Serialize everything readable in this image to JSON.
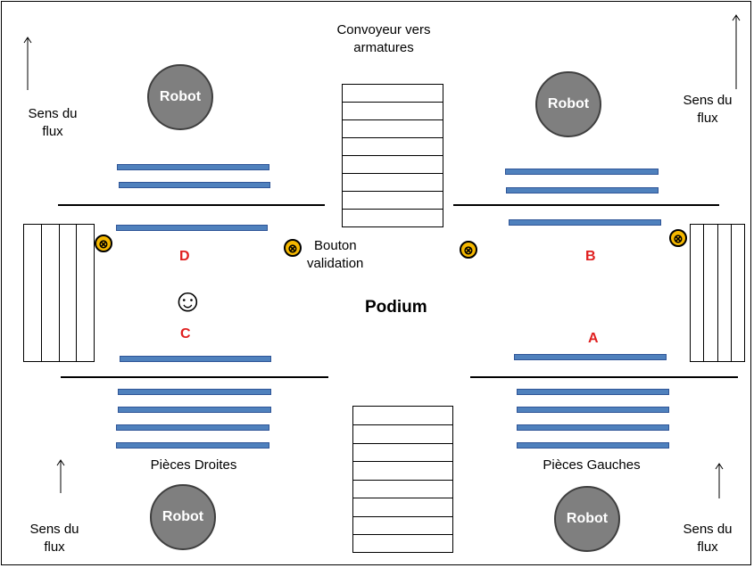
{
  "conveyor_label_line1": "Convoyeur vers",
  "conveyor_label_line2": "armatures",
  "robot_label": "Robot",
  "flux_label_line1": "Sens du",
  "flux_label_line2": "flux",
  "button_label_line1": "Bouton",
  "button_label_line2": "validation",
  "podium_label": "Podium",
  "station_a": "A",
  "station_b": "B",
  "station_c": "C",
  "station_d": "D",
  "right_parts_label": "Pièces Droites",
  "left_parts_label": "Pièces Gauches",
  "operator_glyph": "☺",
  "button_glyph": "⊗",
  "colors": {
    "robot": "#7f7f7f",
    "bar": "#4f81bd",
    "button": "#f5b800",
    "station_letter": "#e02020"
  }
}
